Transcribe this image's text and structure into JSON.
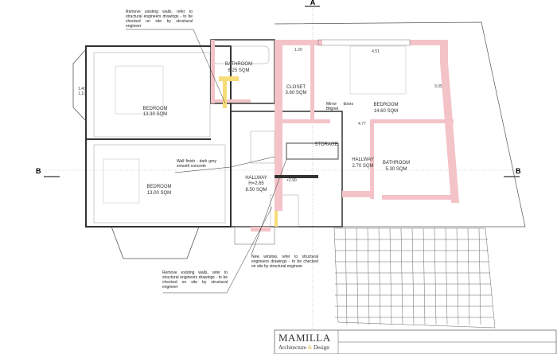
{
  "sections": {
    "a": "A",
    "b_left": "B",
    "b_right": "B"
  },
  "rooms": [
    {
      "name": "BEDROOM",
      "area": "13.30 SQM"
    },
    {
      "name": "BATHROOM",
      "area": "6.25 SQM"
    },
    {
      "name": "CLOSET",
      "area": "3.60 SQM"
    },
    {
      "name": "BEDROOM",
      "area": "14.60 SQM"
    },
    {
      "name": "BEDROOM",
      "area": "13.00 SQM"
    },
    {
      "name": "HALLWAY",
      "height": "H=2.65",
      "area": "8.50 SQM"
    },
    {
      "name": "STORAGE"
    },
    {
      "name": "HALLWAY",
      "area": "2.70 SQM"
    },
    {
      "name": "BATHROOM",
      "area": "5.30 SQM"
    }
  ],
  "dimensions": {
    "bedroom_width": "4.51",
    "bedroom_depth": "3.05",
    "landing": "4.77",
    "level": "+2.90",
    "closet": "1.20",
    "window_left": "1.40",
    "window_left2": "1.10"
  },
  "notes": {
    "top": "Remove existing walls, refer to structural engineers drawings - to be checked on site by structural engineer",
    "mirror": "Mirror doors Blignet",
    "wall_finish": "Wall finish - dark grey smooth concrete",
    "new_window": "New window, refer to structural engineers drawings - to be checked on site by structural engineer",
    "bottom": "Remove existing walls, refer to structural engineers drawings - to be checked on site by structural engineer"
  },
  "title_block": {
    "brand": "MAMILLA",
    "sub_left": "Architecture",
    "amp": "&",
    "sub_right": "Design"
  },
  "colors": {
    "new_wall": "#f3c3c8",
    "demolish": "#f7dc7a"
  }
}
